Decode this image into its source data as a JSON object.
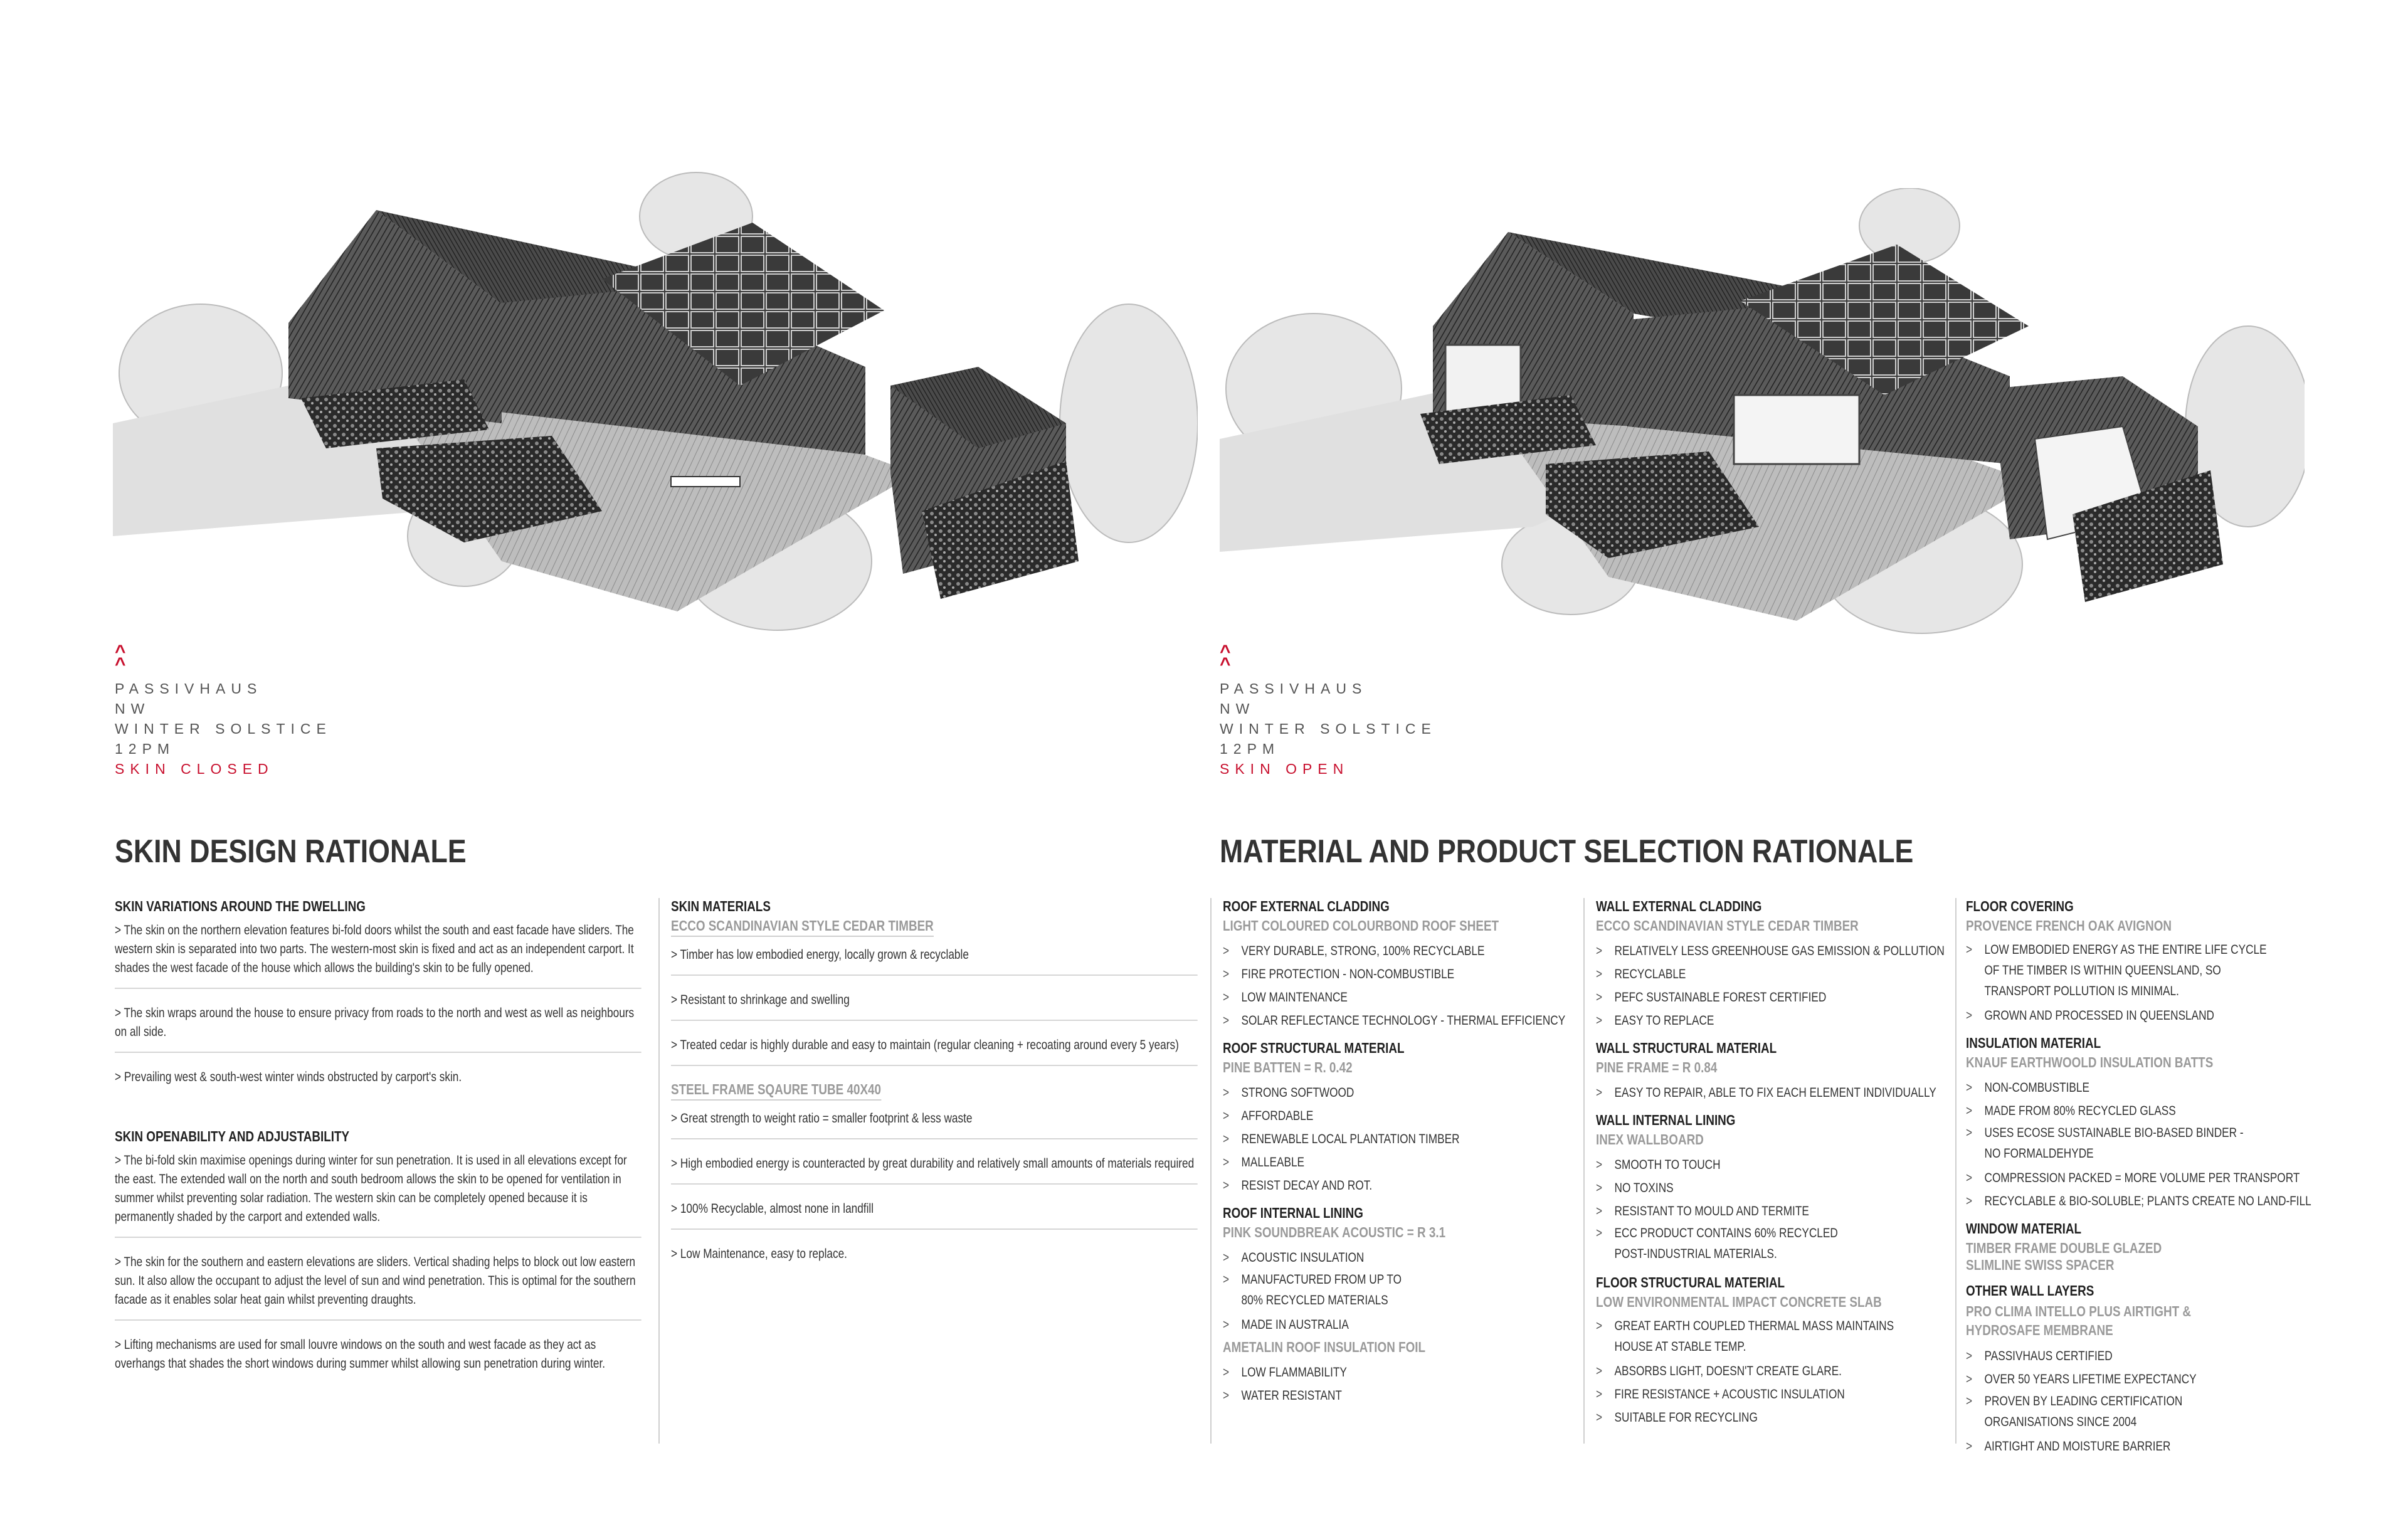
{
  "left_caption": {
    "arrow_1": "^",
    "arrow_2": "^",
    "line_1": "PASSIVHAUS",
    "line_2": "NW",
    "line_3": "WINTER SOLSTICE",
    "line_4": "12PM",
    "state": "SKIN CLOSED"
  },
  "right_caption": {
    "arrow_1": "^",
    "arrow_2": "^",
    "line_1": "PASSIVHAUS",
    "line_2": "NW",
    "line_3": "WINTER SOLSTICE",
    "line_4": "12PM",
    "state": "SKIN OPEN"
  },
  "skin_design": {
    "title": "SKIN DESIGN RATIONALE",
    "variations": {
      "heading": "SKIN VARIATIONS AROUND THE DWELLING",
      "p1": "> The skin on the northern elevation features bi-fold doors whilst the south and east facade have sliders. The western skin is separated into two parts. The western-most skin is fixed and act as an independent carport. It shades the west facade of the house which allows the building's skin to be fully opened.",
      "p2": "> The skin wraps around the house to ensure privacy from roads to the north and west as well as neighbours on all side.",
      "p3": "> Prevailing west & south-west winter winds obstructed by carport's skin."
    },
    "operability": {
      "heading": "SKIN OPENABILITY AND ADJUSTABILITY",
      "p1": "> The bi-fold skin maximise openings during winter for sun penetration. It is used in all elevations except for the east. The extended wall on the north and south bedroom allows the skin to be opened for ventilation in summer whilst preventing solar radiation. The western skin can be completely opened because it is permanently shaded by the carport and extended walls.",
      "p2": "> The skin for the southern and eastern elevations are sliders. Vertical shading helps to block out low eastern sun. It also allow the occupant to adjust the level of sun and wind penetration. This is optimal for the southern facade as it enables solar heat gain whilst preventing draughts.",
      "p3": ">  Lifting mechanisms are used for small louvre windows on the south and west facade as they act as overhangs that shades the short windows during summer whilst allowing sun penetration during winter."
    },
    "materials": {
      "heading": "SKIN MATERIALS",
      "sub1": "ECCO SCANDINAVIAN STYLE CEDAR TIMBER",
      "m1": "> Timber has low embodied energy, locally grown & recyclable",
      "m2": "> Resistant to shrinkage and swelling",
      "m3": "> Treated cedar is highly durable and easy to maintain (regular cleaning + recoating around every 5 years)",
      "sub2": "STEEL FRAME SQAURE TUBE 40X40",
      "s1": "> Great strength to weight ratio = smaller footprint & less waste",
      "s2": "> High embodied energy is counteracted by great durability and relatively small amounts of materials required",
      "s3": "> 100% Recyclable, almost none in landfill",
      "s4": "> Low Maintenance, easy to replace."
    }
  },
  "material_selection": {
    "title": "MATERIAL AND PRODUCT SELECTION RATIONALE",
    "col1": {
      "roof_ext": {
        "heading": "ROOF EXTERNAL CLADDING",
        "sub": "LIGHT COLOURED COLOURBOND ROOF SHEET",
        "items": [
          "VERY DURABLE, STRONG, 100% RECYCLABLE",
          "FIRE PROTECTION - NON-COMBUSTIBLE",
          "LOW MAINTENANCE",
          "SOLAR REFLECTANCE TECHNOLOGY - THERMAL EFFICIENCY"
        ]
      },
      "roof_struct": {
        "heading": "ROOF STRUCTURAL MATERIAL",
        "sub": "PINE BATTEN = R. 0.42",
        "items": [
          "STRONG SOFTWOOD",
          "AFFORDABLE",
          "RENEWABLE LOCAL PLANTATION TIMBER",
          "MALLEABLE",
          "RESIST DECAY AND ROT."
        ]
      },
      "roof_int": {
        "heading": "ROOF INTERNAL LINING",
        "sub": "PINK SOUNDBREAK ACOUSTIC = R 3.1",
        "items": [
          "ACOUSTIC INSULATION",
          "MANUFACTURED FROM UP TO 80% RECYCLED MATERIALS",
          "MADE IN AUSTRALIA"
        ],
        "sub2": "AMETALIN ROOF INSULATION FOIL",
        "items2": [
          "LOW FLAMMABILITY",
          "WATER RESISTANT"
        ]
      }
    },
    "col2": {
      "wall_ext": {
        "heading": "WALL EXTERNAL CLADDING",
        "sub": "ECCO SCANDINAVIAN STYLE CEDAR TIMBER",
        "items": [
          "RELATIVELY LESS GREENHOUSE GAS EMISSION & POLLUTION",
          "RECYCLABLE",
          "PEFC SUSTAINABLE FOREST CERTIFIED",
          "EASY TO REPLACE"
        ]
      },
      "wall_struct": {
        "heading": "WALL STRUCTURAL MATERIAL",
        "sub": "PINE FRAME = R 0.84",
        "items": [
          "EASY TO REPAIR, ABLE TO FIX EACH ELEMENT INDIVIDUALLY"
        ]
      },
      "wall_int": {
        "heading": "WALL INTERNAL LINING",
        "sub": "INEX WALLBOARD",
        "items": [
          "SMOOTH TO TOUCH",
          "NO TOXINS",
          "RESISTANT TO MOULD AND TERMITE",
          "ECC PRODUCT CONTAINS 60% RECYCLED POST-INDUSTRIAL MATERIALS."
        ]
      },
      "floor_struct": {
        "heading": "FLOOR STRUCTURAL MATERIAL",
        "sub": "LOW ENVIRONMENTAL IMPACT CONCRETE SLAB",
        "items": [
          "GREAT EARTH COUPLED THERMAL MASS MAINTAINS HOUSE AT STABLE TEMP.",
          "ABSORBS LIGHT, DOESN'T CREATE GLARE.",
          "FIRE RESISTANCE + ACOUSTIC INSULATION",
          "SUITABLE FOR RECYCLING"
        ]
      }
    },
    "col3": {
      "floor_cover": {
        "heading": "FLOOR COVERING",
        "sub": "PROVENCE FRENCH OAK AVIGNON",
        "items": [
          "LOW EMBODIED ENERGY AS THE ENTIRE LIFE CYCLE OF THE TIMBER IS WITHIN QUEENSLAND, SO TRANSPORT POLLUTION IS MINIMAL.",
          "GROWN AND PROCESSED IN QUEENSLAND"
        ]
      },
      "insulation": {
        "heading": "INSULATION MATERIAL",
        "sub": "KNAUF EARTHWOOLD INSULATION BATTS",
        "items": [
          "NON-COMBUSTIBLE",
          "MADE FROM 80% RECYCLED GLASS",
          "USES ECOSE SUSTAINABLE BIO-BASED BINDER - NO FORMALDEHYDE",
          "COMPRESSION PACKED = MORE VOLUME PER TRANSPORT",
          "RECYCLABLE & BIO-SOLUBLE; PLANTS CREATE NO LAND-FILL"
        ]
      },
      "window": {
        "heading": "WINDOW MATERIAL",
        "sub": "TIMBER FRAME DOUBLE GLAZED",
        "sub_b": "SLIMLINE SWISS SPACER"
      },
      "other_wall": {
        "heading": "OTHER WALL LAYERS",
        "sub": "PRO CLIMA INTELLO PLUS AIRTIGHT & HYDROSAFE MEMBRANE",
        "items": [
          "PASSIVHAUS CERTIFIED",
          "OVER 50 YEARS LIFETIME EXPECTANCY",
          "PROVEN BY LEADING CERTIFICATION ORGANISATIONS SINCE 2004",
          "AIRTIGHT AND MOISTURE BARRIER"
        ]
      }
    }
  }
}
